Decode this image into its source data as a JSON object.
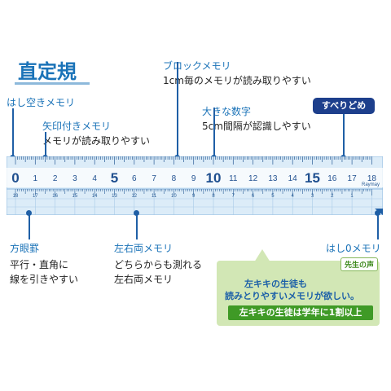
{
  "title": "直定規",
  "labels": {
    "block_memori": {
      "title": "ブロックメモリ",
      "desc": "1cm毎のメモリが読み取りやすい"
    },
    "hashi_aki": {
      "title": "はし空きメモリ"
    },
    "yajirushi": {
      "title": "矢印付きメモリ",
      "desc": "メモリが読み取りやすい"
    },
    "big_numbers": {
      "title": "大きな数字",
      "desc": "5cm間隔が認識しやすい"
    },
    "suberidome": {
      "title": "すべりどめ"
    },
    "hogan": {
      "title": "方眼罫",
      "desc_line1": "平行・直角に",
      "desc_line2": "線を引きやすい"
    },
    "sayuu": {
      "title": "左右両メモリ",
      "desc_line1": "どちらからも測れる",
      "desc_line2": "左右両メモリ"
    },
    "hashi_zero": {
      "title": "はし0メモリ"
    }
  },
  "ruler": {
    "top_numbers": [
      "0",
      "1",
      "2",
      "3",
      "4",
      "5",
      "6",
      "7",
      "8",
      "9",
      "10",
      "11",
      "12",
      "13",
      "14",
      "15",
      "16",
      "17",
      "18"
    ],
    "bottom_numbers": [
      "18",
      "17",
      "16",
      "15",
      "14",
      "13",
      "12",
      "11",
      "10",
      "9",
      "8",
      "7",
      "6",
      "5",
      "4",
      "3",
      "2",
      "1"
    ],
    "brand": "Raymay"
  },
  "balloon": {
    "tag": "先生の声",
    "line1": "左キキの生徒も",
    "line2": "読みとりやすいメモリが欲しい。",
    "fact": "左キキの生徒は学年に1割以上"
  },
  "colors": {
    "accent_blue": "#1b73b8",
    "line_blue": "#1f5fa6",
    "ruler_fill": "#dcecf8",
    "badge_navy": "#1d3f8c",
    "balloon_green": "#d2e7b5",
    "fact_green": "#3f9a26"
  }
}
